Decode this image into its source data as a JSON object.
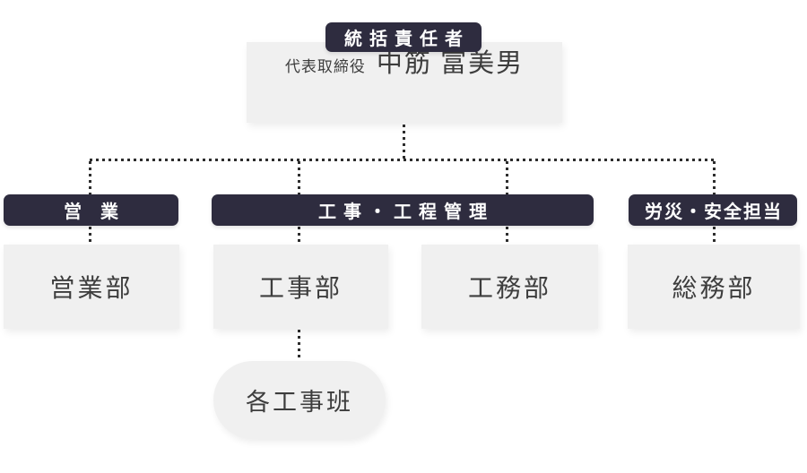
{
  "chart": {
    "type": "org-chart",
    "top": {
      "badge": "統括責任者",
      "title": "代表取締役",
      "name": "中筋 富美男"
    },
    "branches": [
      {
        "badge": "営 業",
        "dept": "営業部"
      },
      {
        "badge": "工事・工程管理",
        "dept1": "工事部",
        "dept2": "工務部",
        "sub": "各工事班"
      },
      {
        "badge": "労災・安全担当",
        "dept": "総務部"
      }
    ],
    "colors": {
      "badge_bg": "#2e2c3f",
      "badge_text": "#ffffff",
      "box_bg": "#f0f0f0",
      "box_text": "#3d3d3d",
      "connector": "#2d2d2d"
    }
  }
}
